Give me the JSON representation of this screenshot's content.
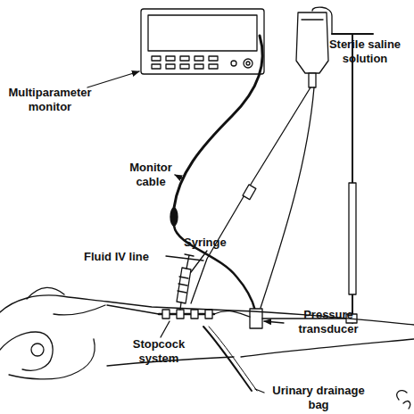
{
  "diagram": {
    "labels": [
      "Multiparameter monitor",
      "Sterile saline solution",
      "Monitor cable",
      "Syringe",
      "Fluid IV line",
      "Pressure transducer",
      "Stopcock system",
      "Urinary drainage bag"
    ]
  }
}
